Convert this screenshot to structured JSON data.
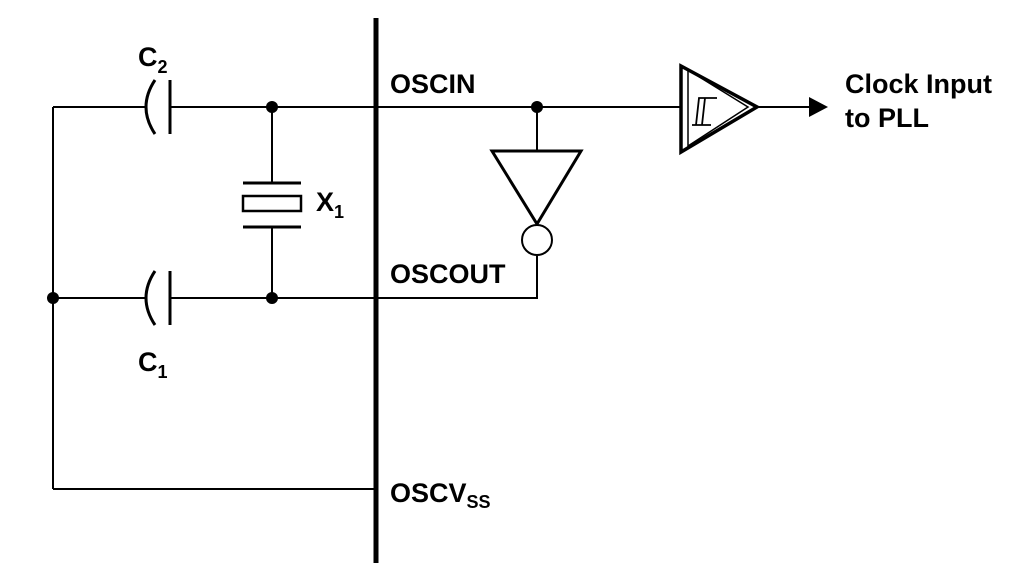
{
  "labels": {
    "c2": {
      "base": "C",
      "sub": "2"
    },
    "c1": {
      "base": "C",
      "sub": "1"
    },
    "x1": {
      "base": "X",
      "sub": "1"
    },
    "oscin": "OSCIN",
    "oscout": "OSCOUT",
    "oscvss": {
      "base": "OSCV",
      "sub": "SS"
    },
    "clock_line1": "Clock Input",
    "clock_line2": "to PLL"
  }
}
